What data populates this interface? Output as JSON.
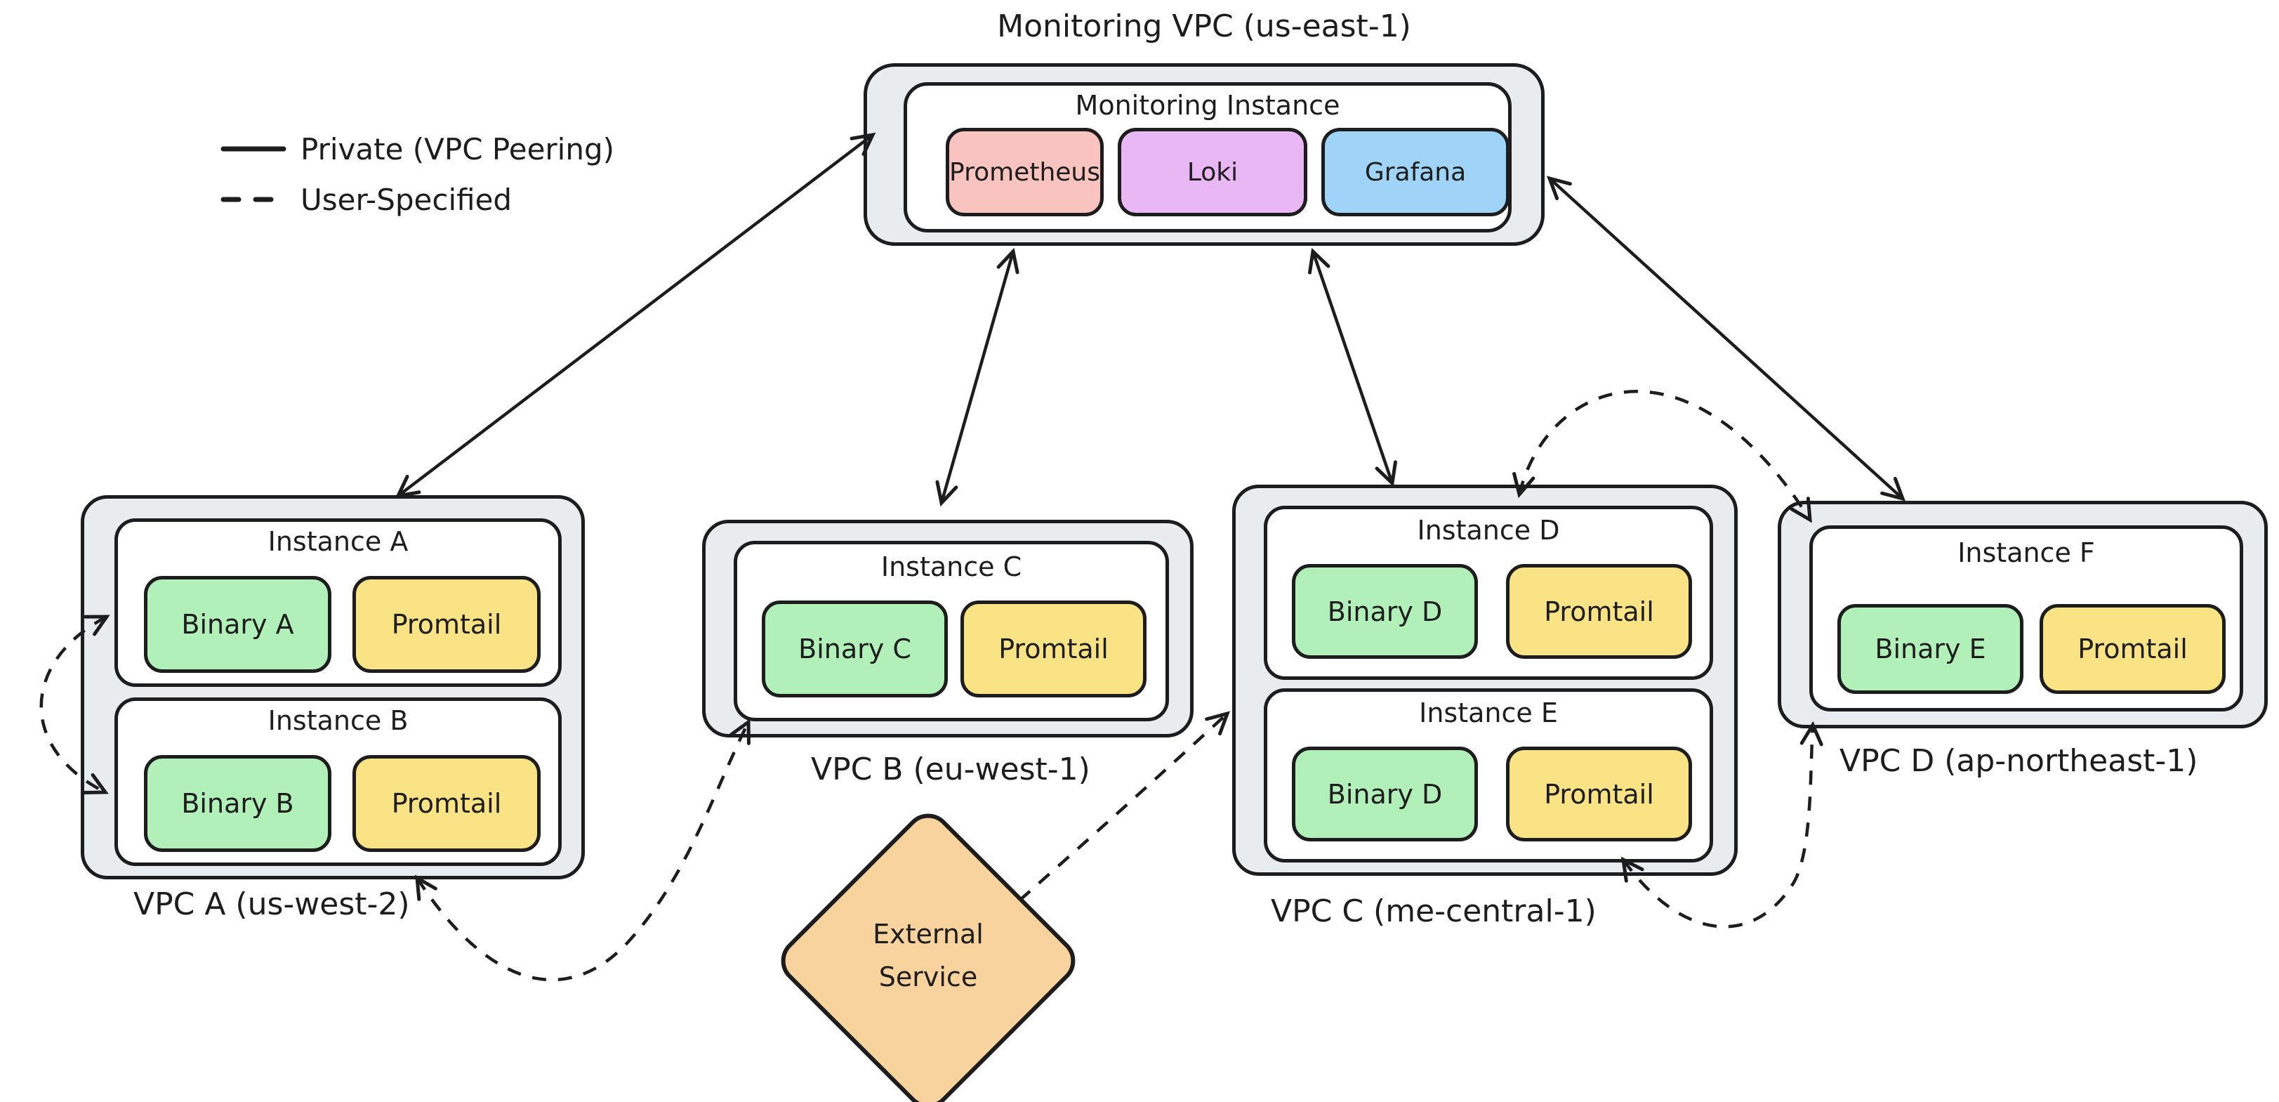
{
  "legend": {
    "items": [
      {
        "label": "Private (VPC Peering)",
        "style": "solid"
      },
      {
        "label": "User-Specified",
        "style": "dashed"
      }
    ]
  },
  "monitoring_vpc": {
    "title": "Monitoring VPC (us-east-1)",
    "instance": {
      "title": "Monitoring Instance",
      "services": [
        {
          "name": "Prometheus",
          "color": "#f9c4bf"
        },
        {
          "name": "Loki",
          "color": "#e9b7f4"
        },
        {
          "name": "Grafana",
          "color": "#9fd3f7"
        }
      ]
    }
  },
  "vpcs": [
    {
      "label": "VPC A (us-west-2)",
      "instances": [
        {
          "title": "Instance A",
          "components": [
            {
              "name": "Binary A",
              "color": "#b2f0ba"
            },
            {
              "name": "Promtail",
              "color": "#fae385"
            }
          ]
        },
        {
          "title": "Instance B",
          "components": [
            {
              "name": "Binary B",
              "color": "#b2f0ba"
            },
            {
              "name": "Promtail",
              "color": "#fae385"
            }
          ]
        }
      ]
    },
    {
      "label": "VPC B (eu-west-1)",
      "instances": [
        {
          "title": "Instance C",
          "components": [
            {
              "name": "Binary C",
              "color": "#b2f0ba"
            },
            {
              "name": "Promtail",
              "color": "#fae385"
            }
          ]
        }
      ]
    },
    {
      "label": "VPC C (me-central-1)",
      "instances": [
        {
          "title": "Instance D",
          "components": [
            {
              "name": "Binary D",
              "color": "#b2f0ba"
            },
            {
              "name": "Promtail",
              "color": "#fae385"
            }
          ]
        },
        {
          "title": "Instance E",
          "components": [
            {
              "name": "Binary D",
              "color": "#b2f0ba"
            },
            {
              "name": "Promtail",
              "color": "#fae385"
            }
          ]
        }
      ]
    },
    {
      "label": "VPC D (ap-northeast-1)",
      "instances": [
        {
          "title": "Instance F",
          "components": [
            {
              "name": "Binary E",
              "color": "#b2f0ba"
            },
            {
              "name": "Promtail",
              "color": "#fae385"
            }
          ]
        }
      ]
    }
  ],
  "external_service": {
    "label": "External Service"
  },
  "connections": [
    {
      "from": "Monitoring Instance",
      "to": "VPC A",
      "type": "private-vpc-peering",
      "bidirectional": true
    },
    {
      "from": "Monitoring Instance",
      "to": "VPC B",
      "type": "private-vpc-peering",
      "bidirectional": true
    },
    {
      "from": "Monitoring Instance",
      "to": "VPC C",
      "type": "private-vpc-peering",
      "bidirectional": true
    },
    {
      "from": "Monitoring Instance",
      "to": "VPC D",
      "type": "private-vpc-peering",
      "bidirectional": true
    },
    {
      "from": "Instance A",
      "to": "Instance B",
      "type": "user-specified",
      "bidirectional": true
    },
    {
      "from": "Instance B",
      "to": "Instance C",
      "type": "user-specified",
      "bidirectional": true
    },
    {
      "from": "External Service",
      "to": "Instance E",
      "type": "user-specified",
      "bidirectional": false
    },
    {
      "from": "Instance D",
      "to": "Instance F",
      "type": "user-specified",
      "bidirectional": true
    },
    {
      "from": "Instance E",
      "to": "Instance F",
      "type": "user-specified",
      "bidirectional": true
    }
  ],
  "colors": {
    "stroke": "#1d1d1d",
    "container_fill": "#e9ecef",
    "instance_fill": "#ffffff",
    "binary_green": "#b2f0ba",
    "promtail_yellow": "#fae385",
    "prometheus_pink": "#f9c4bf",
    "loki_purple": "#e9b7f4",
    "grafana_blue": "#9fd3f7",
    "external_orange": "#f9d39e"
  }
}
